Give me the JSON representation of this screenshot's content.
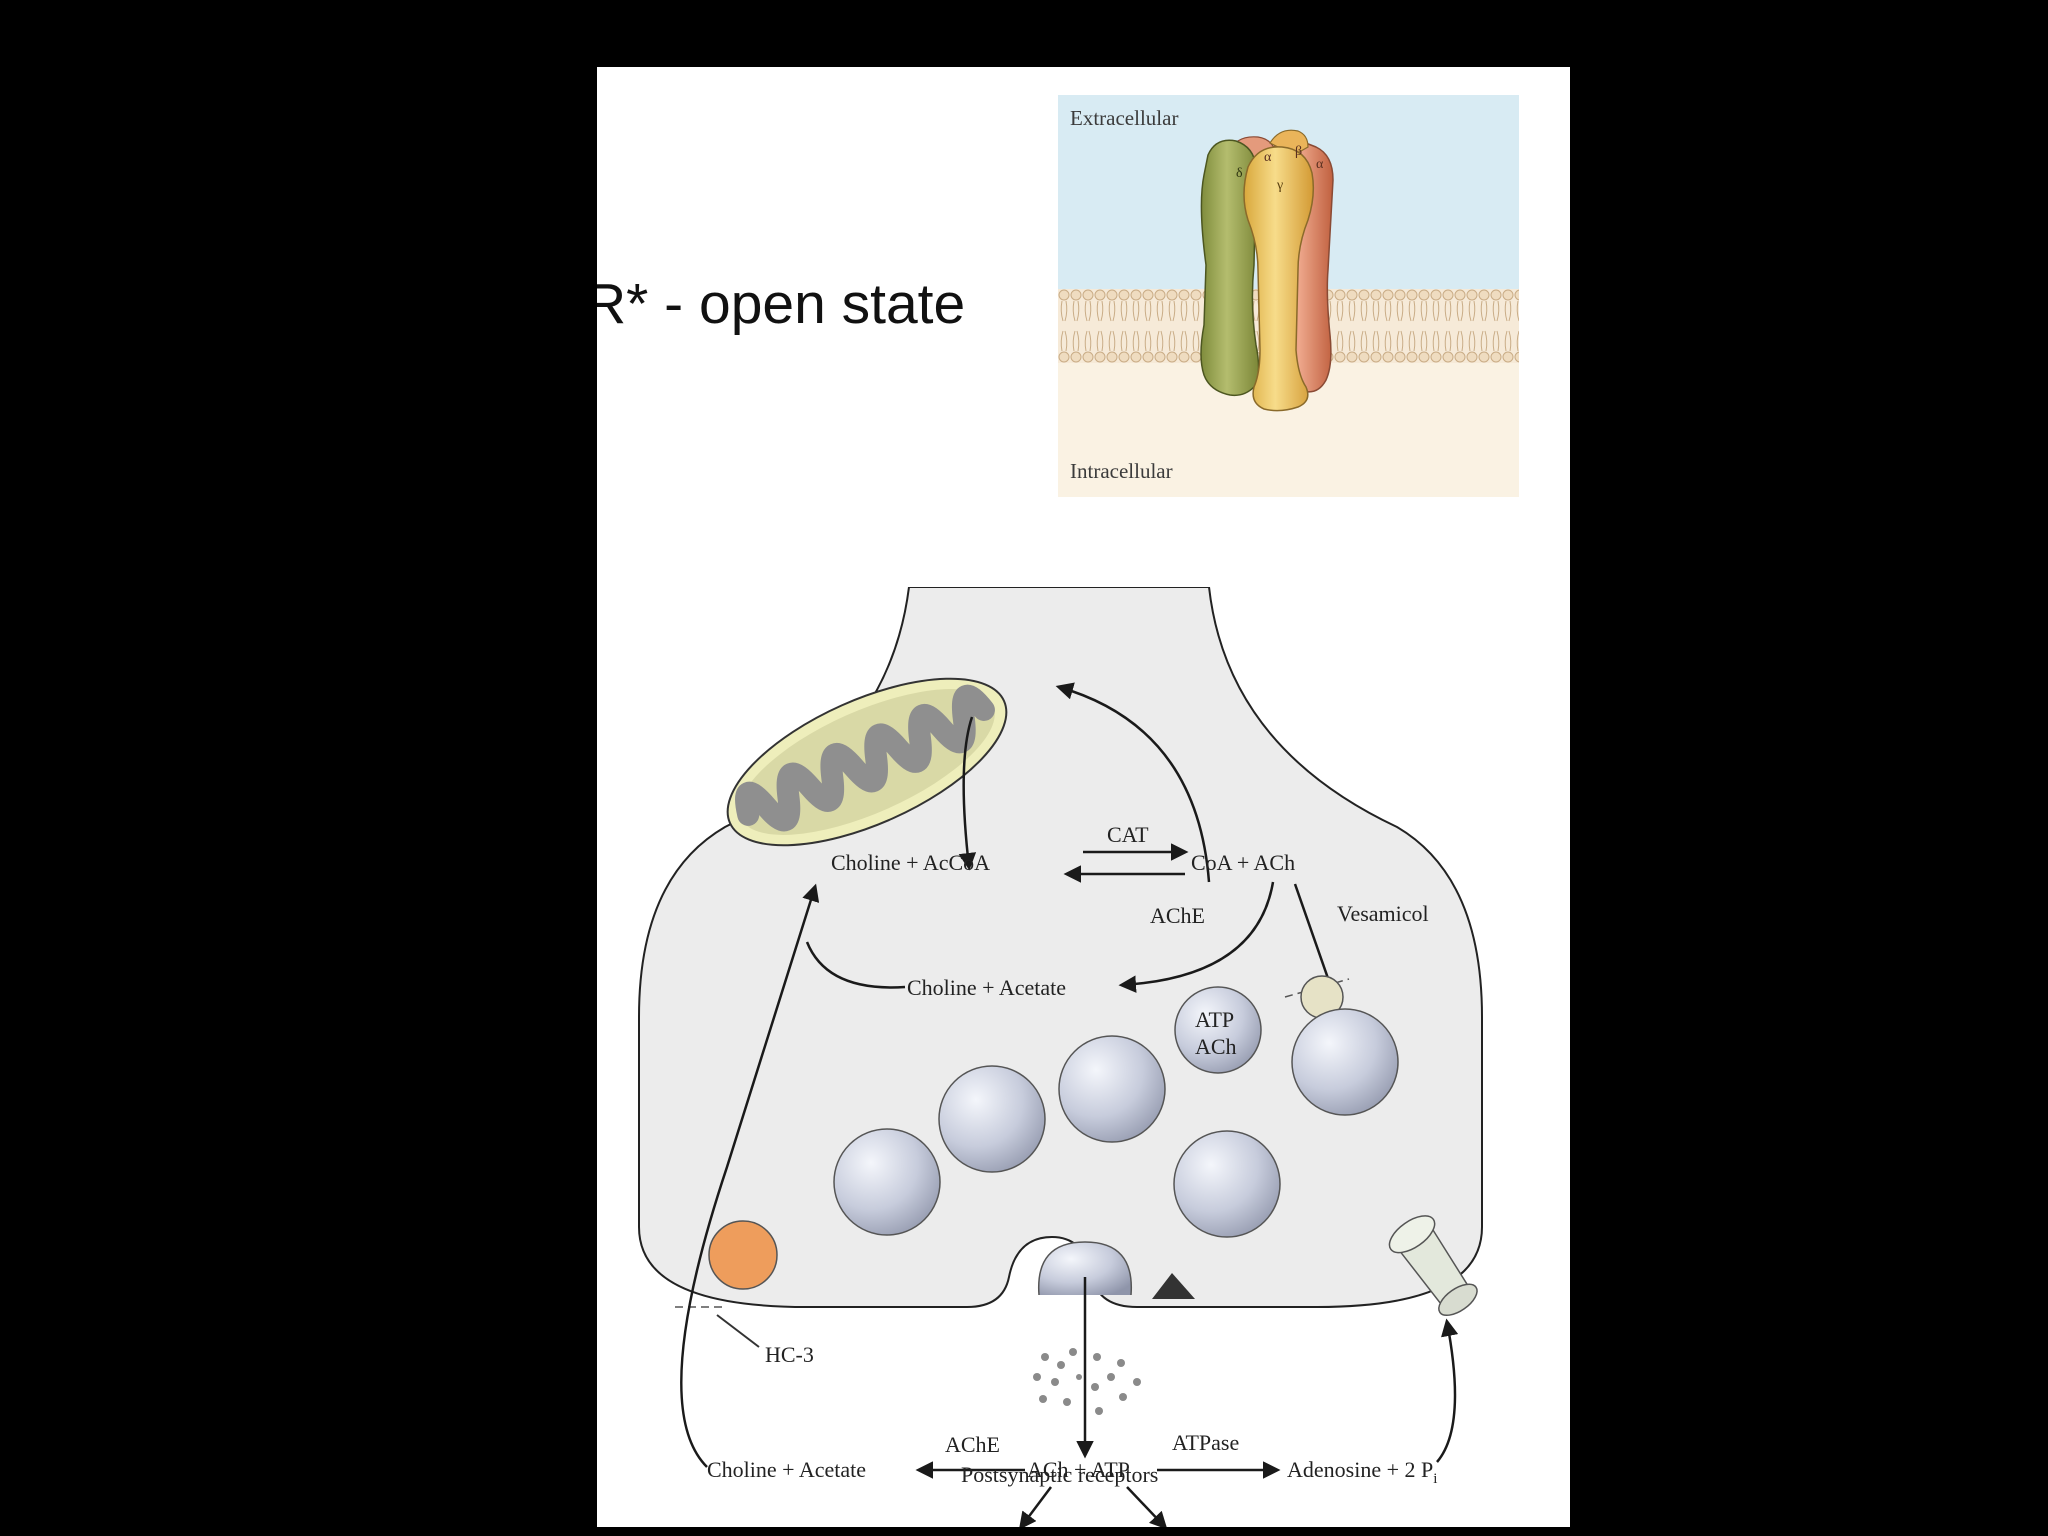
{
  "slide": {
    "title": "R* - open state"
  },
  "receptor": {
    "extracellular_label": "Extracellular",
    "intracellular_label": "Intracellular",
    "subunits": [
      "α",
      "β",
      "δ",
      "γ",
      "α"
    ]
  },
  "synapse": {
    "labels": {
      "cat": "CAT",
      "choline_accoa": "Choline + AcCoA",
      "coa_ach": "CoA + ACh",
      "ache_top": "AChE",
      "vesamicol": "Vesamicol",
      "choline_acetate_top": "Choline + Acetate",
      "vesicle_atp": "ATP",
      "vesicle_ach": "ACh",
      "hc3": "HC-3",
      "ache_bottom": "AChE",
      "atpase": "ATPase",
      "choline_acetate_bottom": "Choline + Acetate",
      "ach_atp": "ACh + ATP",
      "adenosine": "Adenosine + 2 P",
      "adenosine_sub": "i",
      "postsynaptic": "Postsynaptic receptors"
    }
  },
  "colors": {
    "extracellular_bg": "#d8ebf3",
    "intracellular_bg": "#faf2e3",
    "membrane": "#efdcc0",
    "subunit_green": "#a6b05c",
    "subunit_yellow": "#efc86a",
    "subunit_red": "#df8a6c",
    "terminal_fill": "#ececec",
    "vesicle": "#c6cbd9",
    "mitochondrion": "#eeeebb",
    "transporter": "#ee9d5c"
  }
}
